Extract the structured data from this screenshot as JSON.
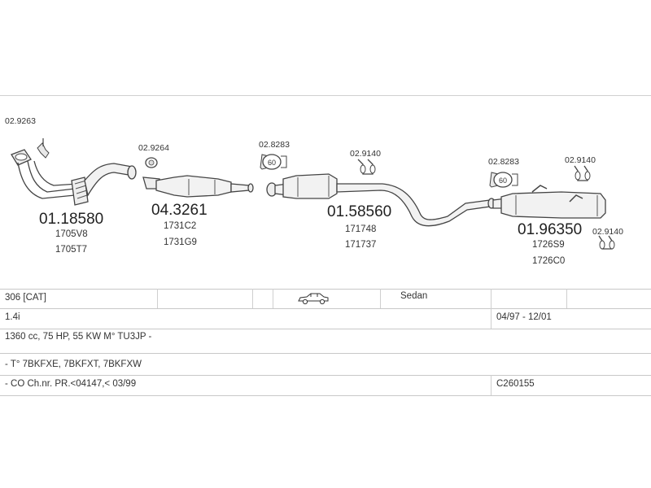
{
  "parts": {
    "p1": {
      "number": "01.18580",
      "refs": [
        "1705V8",
        "1705T7"
      ]
    },
    "p2": {
      "number": "04.3261",
      "refs": [
        "1731C2",
        "1731G9"
      ]
    },
    "p3": {
      "number": "01.58560",
      "refs": [
        "171748",
        "171737"
      ]
    },
    "p4": {
      "number": "01.96350",
      "refs": [
        "1726S9",
        "1726C0"
      ]
    }
  },
  "clamps": {
    "c1": "02.9263",
    "c2": "02.9264",
    "c3": "02.8283",
    "c4": "02.9140",
    "c5": "02.8283",
    "c6": "02.9140",
    "c7": "02.9140"
  },
  "clamp_badge": "60",
  "vehicle": {
    "model": "306  [CAT]",
    "body_type": "Sedan",
    "engine": "1.4i",
    "production_period": "04/97 - 12/01",
    "engine_details": "1360 cc, 75 HP, 55 KW  M° TU3JP -",
    "types": "- T° 7BKFXE, 7BKFXT, 7BKFXW",
    "remark": "- CO Ch.nr. PR.<04147,< 03/99",
    "code": "C260155"
  },
  "icons": {
    "body": "sedan-car-icon"
  }
}
